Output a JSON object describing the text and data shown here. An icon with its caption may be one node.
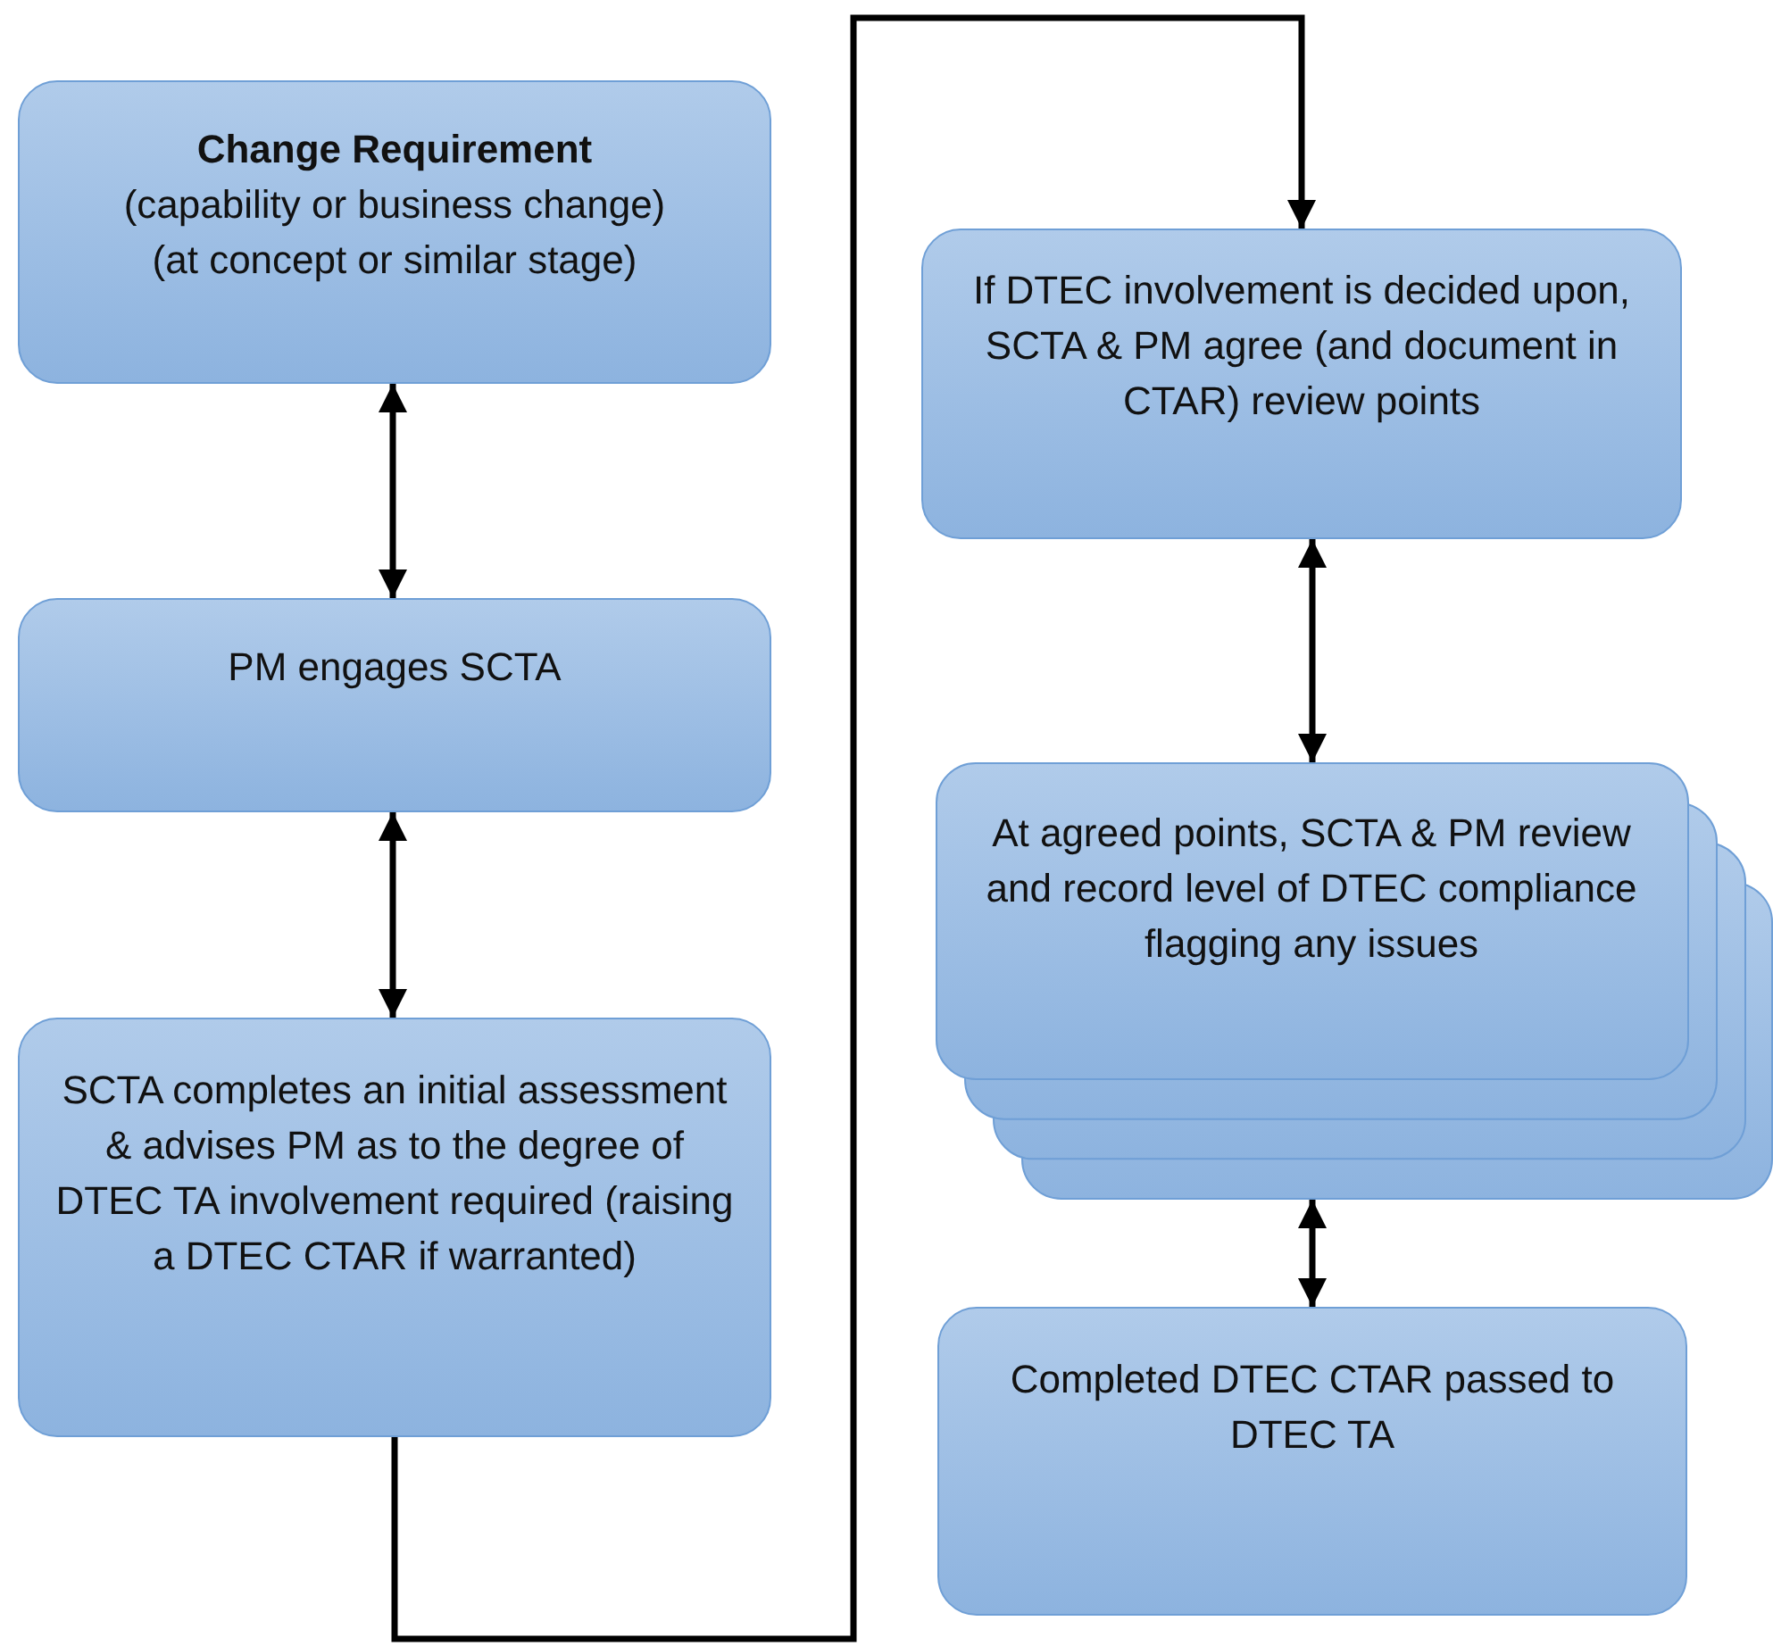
{
  "diagram": {
    "nodes": [
      {
        "text": [
          "Change Requirement",
          "(capability or business change)",
          "(at concept or similar stage)"
        ]
      },
      {
        "text": [
          "PM engages SCTA"
        ]
      },
      {
        "text": [
          "SCTA completes an initial assessment & advises PM as to the degree of DTEC TA involvement required (raising a DTEC CTAR if warranted)"
        ]
      },
      {
        "text": [
          "If DTEC involvement is decided upon, SCTA & PM agree  (and document in CTAR) review points"
        ]
      },
      {
        "text": [
          "At agreed points, SCTA & PM review and record level of DTEC compliance flagging any issues"
        ]
      },
      {
        "text": [
          "Completed DTEC CTAR passed to DTEC TA"
        ]
      }
    ],
    "edges": [
      {
        "from": 0,
        "to": 1,
        "arrow": "both"
      },
      {
        "from": 1,
        "to": 2,
        "arrow": "both"
      },
      {
        "from": 2,
        "to": 3,
        "arrow": "to"
      },
      {
        "from": 3,
        "to": 4,
        "arrow": "both"
      },
      {
        "from": 4,
        "to": 5,
        "arrow": "both"
      }
    ]
  }
}
